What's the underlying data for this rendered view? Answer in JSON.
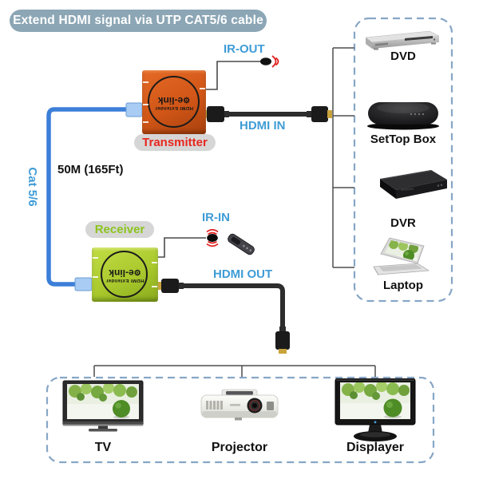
{
  "banner": {
    "text": "Extend HDMI signal via UTP CAT5/6 cable"
  },
  "connections": {
    "ir_out": "IR-OUT",
    "hdmi_in": "HDMI IN",
    "ir_in": "IR-IN",
    "hdmi_out": "HDMI OUT",
    "cable_type": "Cat 5/6",
    "cable_length": "50M (165Ft)"
  },
  "units": {
    "transmitter": {
      "label": "Transmitter",
      "brand": "e-link",
      "product": "HDMI Extender"
    },
    "receiver": {
      "label": "Receiver",
      "brand": "e-link",
      "product": "HDMI Extender"
    }
  },
  "sources": {
    "items": [
      {
        "label": "DVD"
      },
      {
        "label": "SetTop Box"
      },
      {
        "label": "DVR"
      },
      {
        "label": "Laptop"
      }
    ]
  },
  "displays": {
    "items": [
      {
        "label": "TV"
      },
      {
        "label": "Projector"
      },
      {
        "label": "Displayer"
      }
    ]
  },
  "colors": {
    "accent_blue": "#3f9cd6",
    "transmitter_red": "#e8261e",
    "receiver_green": "#8cc41f",
    "cable_blue": "#3c7fd9",
    "transmitter_box_orange": "#d15617",
    "receiver_box_green": "#a9c92d",
    "dashed_border": "#87a6c6",
    "banner_bg": "#8ca6b5"
  }
}
